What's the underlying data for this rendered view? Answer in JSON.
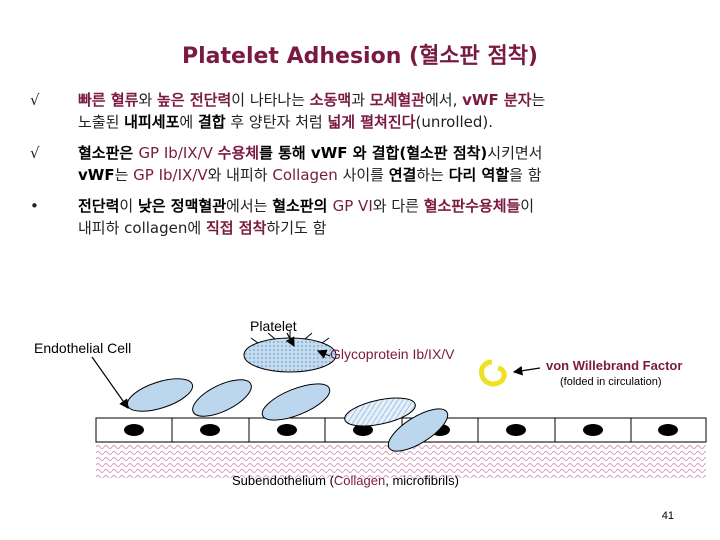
{
  "title": "Platelet Adhesion (혈소판 점착)",
  "bullets": [
    {
      "mark": "√",
      "line1": [
        {
          "t": "빠른 혈류",
          "c": "b"
        },
        {
          "t": "와 ",
          "c": ""
        },
        {
          "t": "높은 전단력",
          "c": "b"
        },
        {
          "t": "이 나타나는  ",
          "c": ""
        },
        {
          "t": "소동맥",
          "c": "b"
        },
        {
          "t": "과 ",
          "c": ""
        },
        {
          "t": "모세혈관",
          "c": "b"
        },
        {
          "t": "에서, ",
          "c": ""
        },
        {
          "t": "vWF 분자",
          "c": "b"
        },
        {
          "t": "는",
          "c": ""
        }
      ],
      "line2": [
        {
          "t": "노출된 ",
          "c": ""
        },
        {
          "t": "내피세포",
          "c": "k"
        },
        {
          "t": "에 ",
          "c": ""
        },
        {
          "t": "결합",
          "c": "k"
        },
        {
          "t": " 후 양탄자 처럼 ",
          "c": ""
        },
        {
          "t": "넓게 펼쳐진다",
          "c": "b"
        },
        {
          "t": "(unrolled).",
          "c": ""
        }
      ]
    },
    {
      "mark": "√",
      "line1": [
        {
          "t": "혈소판은 ",
          "c": "k"
        },
        {
          "t": "GP Ib/IX/V ",
          "c": "p"
        },
        {
          "t": "수용체",
          "c": "b"
        },
        {
          "t": "를 통해 ",
          "c": "k"
        },
        {
          "t": "vWF 와 결합",
          "c": "k"
        },
        {
          "t": "(혈소판 점착)",
          "c": "k"
        },
        {
          "t": "시키면서",
          "c": ""
        }
      ],
      "line2": [
        {
          "t": "vWF",
          "c": "k"
        },
        {
          "t": "는 ",
          "c": ""
        },
        {
          "t": "GP Ib/IX/V",
          "c": "p"
        },
        {
          "t": "와 내피하 ",
          "c": ""
        },
        {
          "t": "Collagen ",
          "c": "p"
        },
        {
          "t": "사이를 ",
          "c": ""
        },
        {
          "t": "연결",
          "c": "k"
        },
        {
          "t": "하는 ",
          "c": ""
        },
        {
          "t": "다리 역할",
          "c": "k"
        },
        {
          "t": "을 함",
          "c": ""
        }
      ]
    },
    {
      "mark": "•",
      "line1": [
        {
          "t": "전단력",
          "c": "k"
        },
        {
          "t": "이 ",
          "c": ""
        },
        {
          "t": "낮은 정맥혈관",
          "c": "k"
        },
        {
          "t": "에서는 ",
          "c": ""
        },
        {
          "t": "혈소판의 ",
          "c": "k"
        },
        {
          "t": "GP VI",
          "c": "p"
        },
        {
          "t": "와 다른 ",
          "c": ""
        },
        {
          "t": "혈소판수용체들",
          "c": "b"
        },
        {
          "t": "이",
          "c": ""
        }
      ],
      "line2": [
        {
          "t": "내피하 collagen",
          "c": ""
        },
        {
          "t": "에 ",
          "c": ""
        },
        {
          "t": "직접 점착",
          "c": "b"
        },
        {
          "t": "하기도 함",
          "c": ""
        }
      ]
    }
  ],
  "diagram": {
    "platelet_label": "Platelet",
    "endothelial_label": "Endothelial Cell",
    "glyco_label": "Glycoprotein Ib/IX/V",
    "vwf_label": "von Willebrand Factor",
    "vwf_sub": "(folded in circulation)",
    "subendo_prefix": "Subendothelium (",
    "subendo_collagen": "Collagen",
    "subendo_suffix": ", microfibrils)",
    "colors": {
      "platelet_fill": "#bcd6ee",
      "collagen_stripe": "#d9b0c8",
      "vwf": "#f0e020",
      "accent": "#7a1a40"
    }
  },
  "page_number": "41"
}
